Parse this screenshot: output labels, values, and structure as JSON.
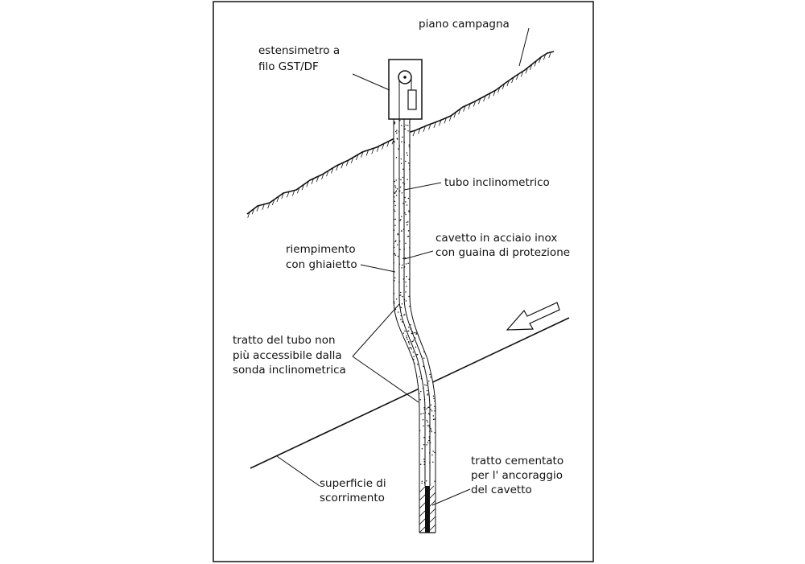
{
  "labels": {
    "piano_campagna": "piano campagna",
    "estensimetro_1": "estensimetro a",
    "estensimetro_2": "filo GST/DF",
    "tubo_inclinometrico": "tubo inclinometrico",
    "riempimento_1": "riempimento",
    "riempimento_2": "con ghiaietto",
    "cavetto_1": "cavetto in acciaio inox",
    "cavetto_2": "con guaina di protezione",
    "tratto_tubo_1": "tratto del tubo non",
    "tratto_tubo_2": "più accessibile dalla",
    "tratto_tubo_3": "sonda inclinometrica",
    "superficie_1": "superficie di",
    "superficie_2": "scorrimento",
    "cementato_1": "tratto cementato",
    "cementato_2": "per l' ancoraggio",
    "cementato_3": "del cavetto"
  },
  "colors": {
    "line": "#111111",
    "background": "#ffffff"
  }
}
